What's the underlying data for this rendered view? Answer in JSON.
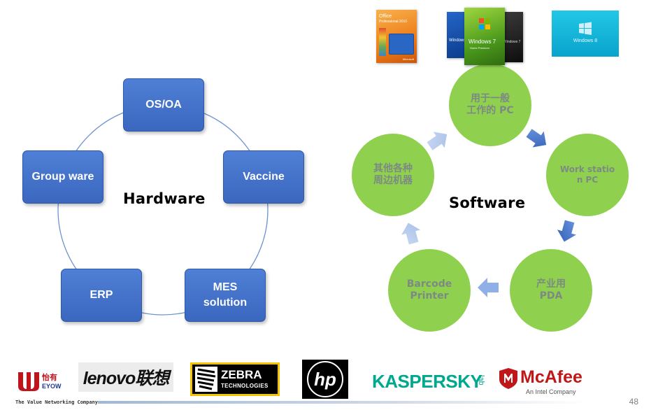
{
  "hardware": {
    "title": "Hardware",
    "nodes": [
      "OS/OA",
      "Vaccine",
      "MES\nsolution",
      "ERP",
      "Group ware"
    ]
  },
  "software": {
    "title": "Software",
    "nodes": [
      "用于一般\n工作的 PC",
      "Work statio\nn PC",
      "产业用\nPDA",
      "Barcode\nPrinter",
      "其他各种\n周边机器"
    ]
  },
  "products": {
    "office_box": {
      "line1": "Office",
      "line2": "Professional 2010",
      "brand": "Microsoft"
    },
    "win7_box": {
      "title": "Windows 7",
      "edition": "Home Premium",
      "left_edge": "Windows",
      "right_edge": "Windows 7"
    },
    "win8_box": {
      "title": "Windows 8"
    }
  },
  "logos": {
    "eyow_cn": "怡有",
    "eyow_en": "EYOW",
    "lenovo": "lenovo联想",
    "zebra_name": "ZEBRA",
    "zebra_sub": "TECHNOLOGIES",
    "hp": "hp",
    "kaspersky": "KASPERSKY",
    "kaspersky_sub": "lab",
    "mcafee": "McAfee",
    "mcafee_sub": "An Intel Company"
  },
  "footer": {
    "tagline": "The Value Networking Company",
    "page_number": "48"
  },
  "colors": {
    "hw_box": "#4472c4",
    "sw_circle": "#8fd14f",
    "sw_text": "#7c8a83",
    "ring_line": "#6f93cf",
    "arrow": "#4472c4"
  }
}
